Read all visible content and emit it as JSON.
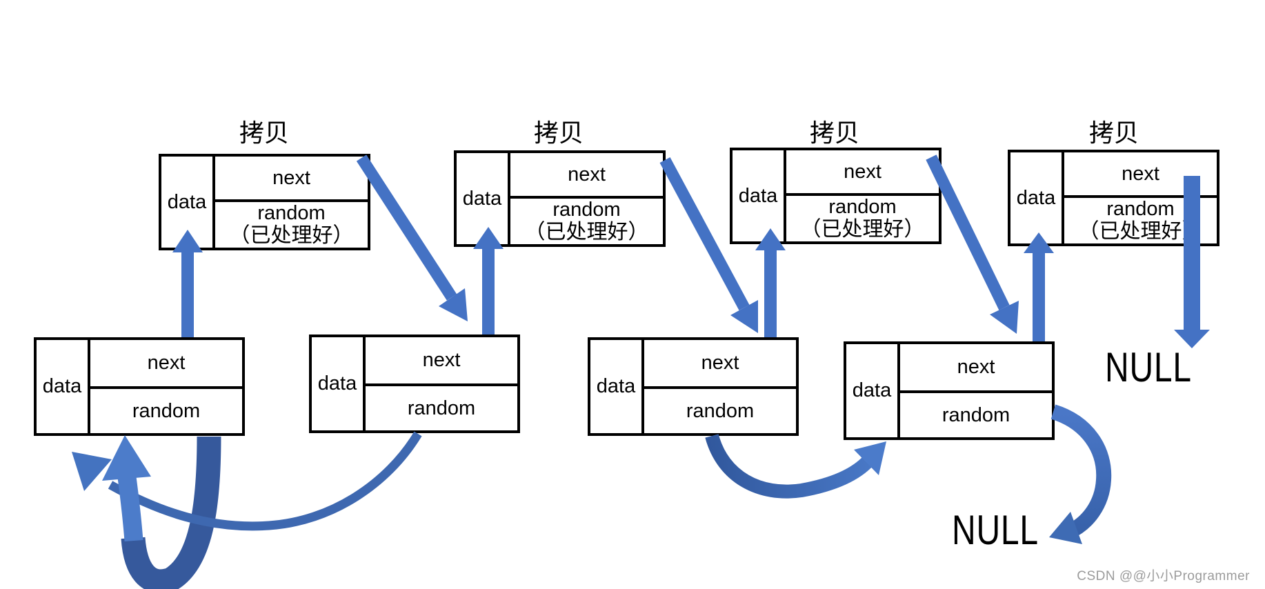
{
  "labels": {
    "copy": "拷贝",
    "data": "data",
    "next": "next",
    "random": "random",
    "random_note": "（已处理好）",
    "null": "NULL"
  },
  "watermark": {
    "text": "CSDN @@小小Programmer"
  },
  "colors": {
    "background": "#FFFFFF",
    "node_border": "#000000",
    "arrow_primary": "#4472C4",
    "arrow_dark": "#36599C",
    "arrow_medium": "#3E68B0",
    "arrow_light": "#4C7CCA",
    "watermark_text": "#9B9B9B"
  },
  "diagram": {
    "type": "linked-list-with-random-pointer-copy-illustration",
    "copy_nodes_count": 4,
    "original_nodes_count": 4,
    "relations": [
      "original-1 -> copy-1 (up arrow)",
      "original-2 -> copy-2 (up arrow)",
      "original-3 -> copy-3 (up arrow)",
      "original-4 -> copy-4 (up arrow)",
      "copy-1 -> original-2 (diagonal arrow)",
      "copy-2 -> original-3 (diagonal arrow)",
      "copy-3 -> original-4 (diagonal arrow)",
      "copy-4 -> NULL (down arrow)",
      "original-1.random -> original-1 (self loop)",
      "original-2.random -> original-1 (curved arrow)",
      "original-3.random -> original-4 (curved arrow)",
      "original-4.random -> NULL (curved arrow)"
    ]
  }
}
